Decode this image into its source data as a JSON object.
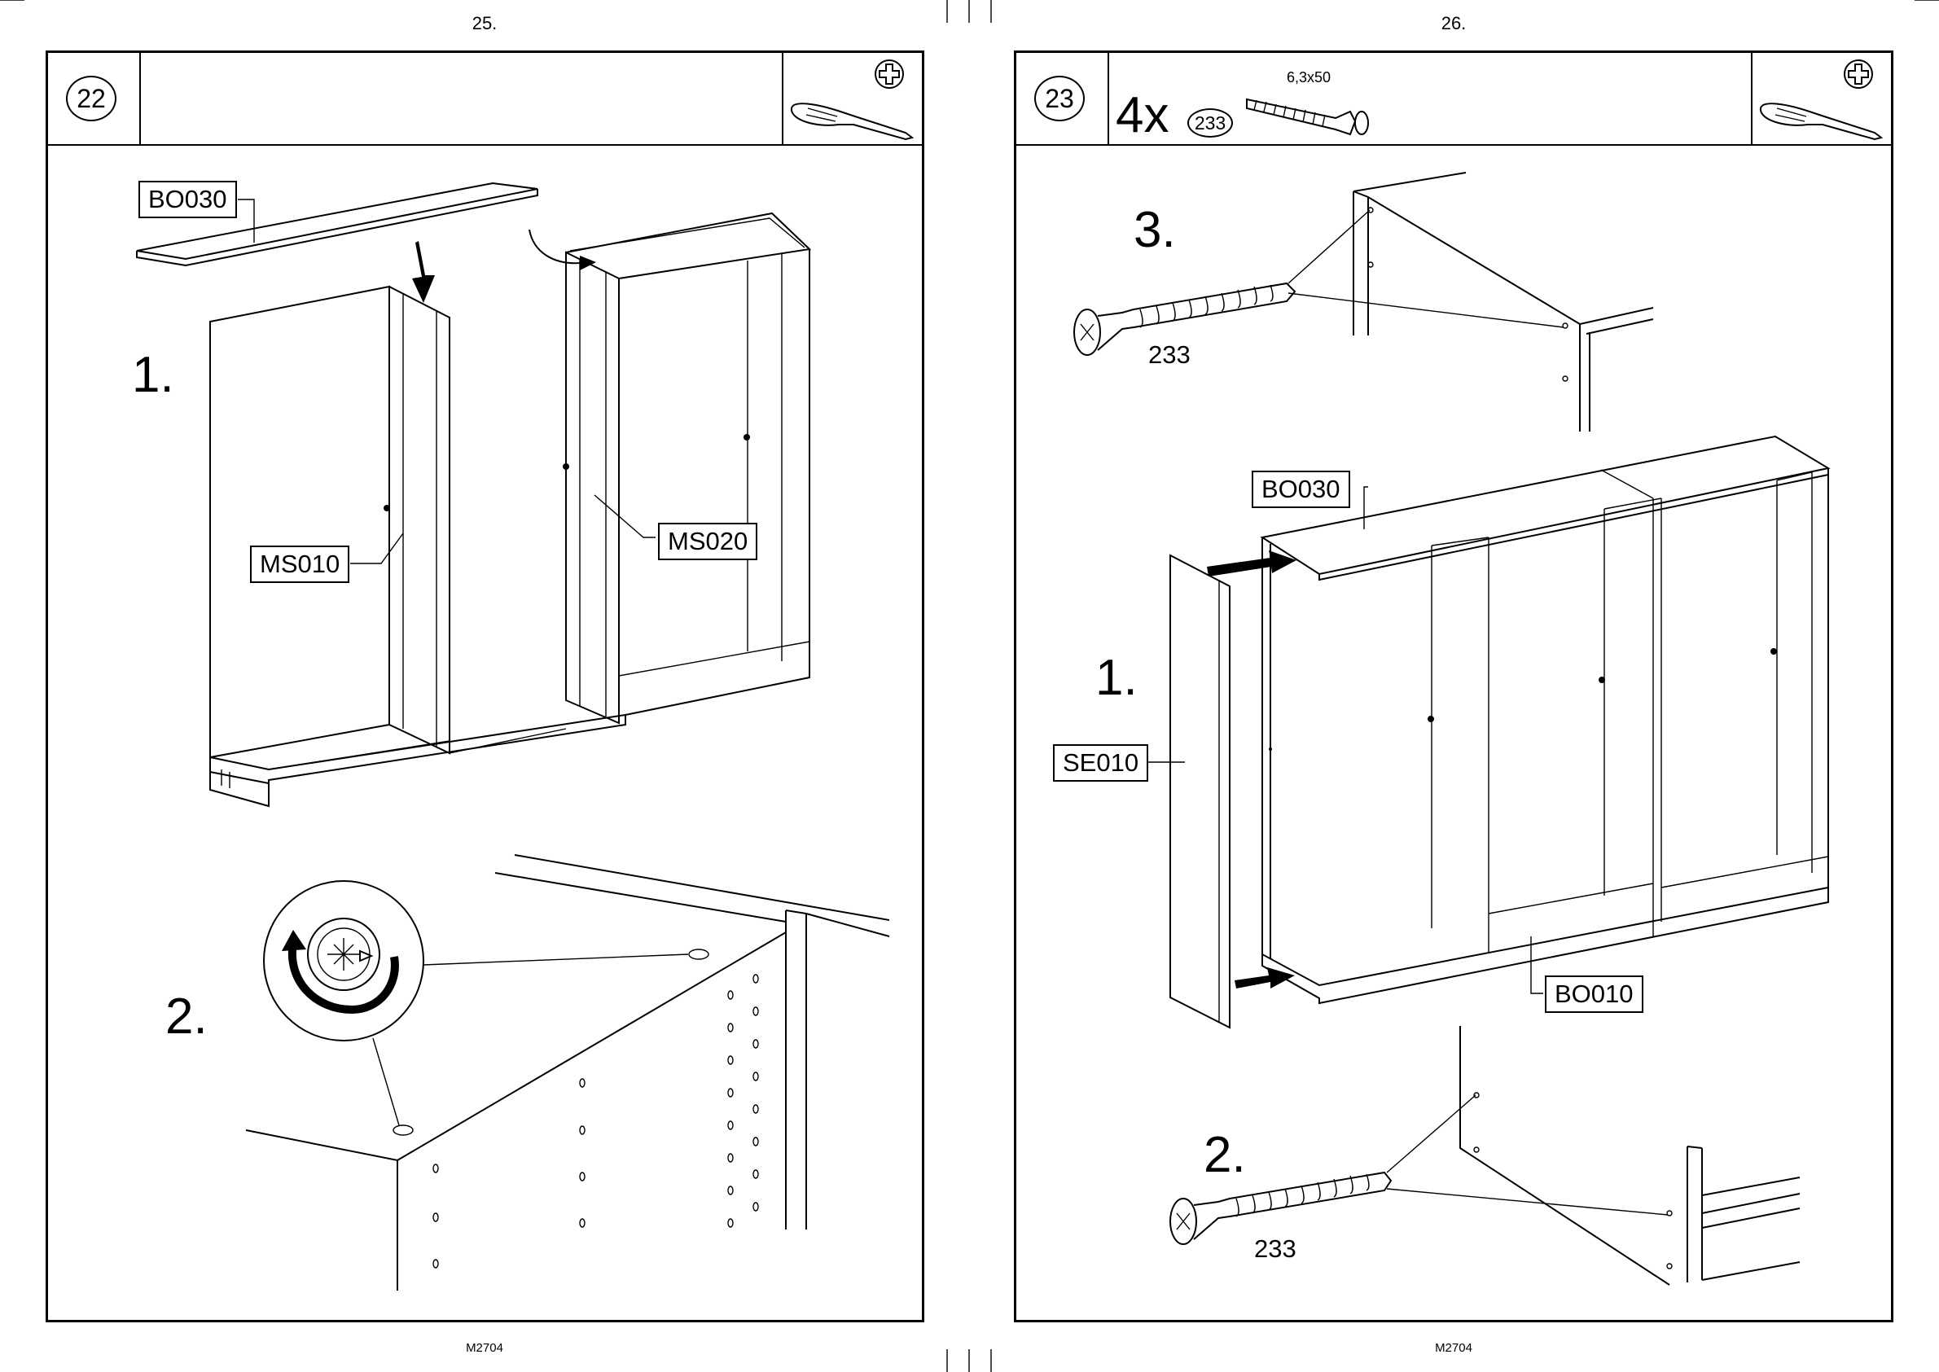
{
  "left_page": {
    "page_number": "25.",
    "footer_code": "M2704",
    "step_number": "22",
    "sub_step_1": "1.",
    "sub_step_2": "2.",
    "labels": {
      "top_panel": "BO030",
      "divider_left": "MS010",
      "divider_right": "MS020"
    },
    "tool_icon": "screwdriver-icon",
    "tool_type_icon": "phillips-icon"
  },
  "right_page": {
    "page_number": "26.",
    "footer_code": "M2704",
    "step_number": "23",
    "quantity": "4x",
    "part_number": "233",
    "screw_size": "6,3x50",
    "sub_step_1": "1.",
    "sub_step_2": "2.",
    "sub_step_3": "3.",
    "screw_callout_2": "233",
    "screw_callout_3": "233",
    "labels": {
      "top_panel": "BO030",
      "side_panel": "SE010",
      "bottom_panel": "BO010"
    },
    "tool_icon": "screwdriver-icon",
    "tool_type_icon": "phillips-icon"
  }
}
